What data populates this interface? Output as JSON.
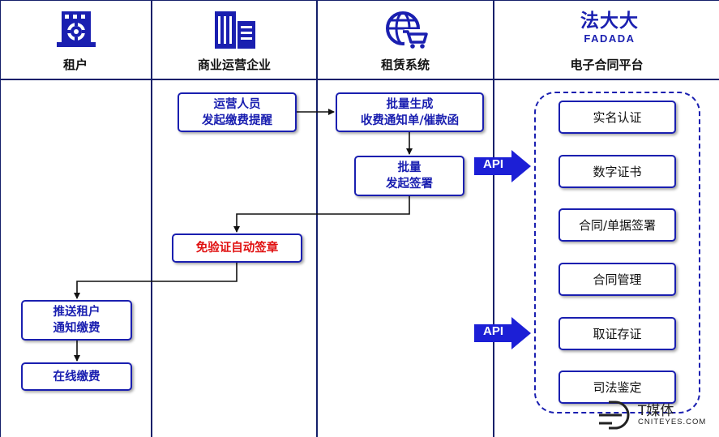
{
  "columns": [
    {
      "label": "租户",
      "icon": "tenant-building-gear-icon"
    },
    {
      "label": "商业运营企业",
      "icon": "office-building-icon"
    },
    {
      "label": "租赁系统",
      "icon": "globe-cart-icon"
    },
    {
      "label": "电子合同平台",
      "icon": "fadada-logo",
      "logo_text": "法大大",
      "logo_sub": "FADADA"
    }
  ],
  "flow": {
    "operator_start": {
      "line1": "运营人员",
      "line2": "发起缴费提醒"
    },
    "batch_generate": {
      "line1": "批量生成",
      "line2": "收费通知单/催款函"
    },
    "batch_sign": {
      "line1": "批量",
      "line2": "发起签署"
    },
    "auto_sign": {
      "label": "免验证自动签章"
    },
    "push_tenant": {
      "line1": "推送租户",
      "line2": "通知缴费"
    },
    "online_pay": {
      "label": "在线缴费"
    }
  },
  "api": {
    "label": "API"
  },
  "platform_services": [
    "实名认证",
    "数字证书",
    "合同/单据签署",
    "合同管理",
    "取证存证",
    "司法鉴定"
  ],
  "watermark": {
    "main": "T媒体",
    "sub": "CNITEYES.COM"
  },
  "colors": {
    "primary": "#1a1fb0",
    "grid": "#15206a",
    "emphasis": "#e01010",
    "api_arrow": "#1c1fd6"
  }
}
